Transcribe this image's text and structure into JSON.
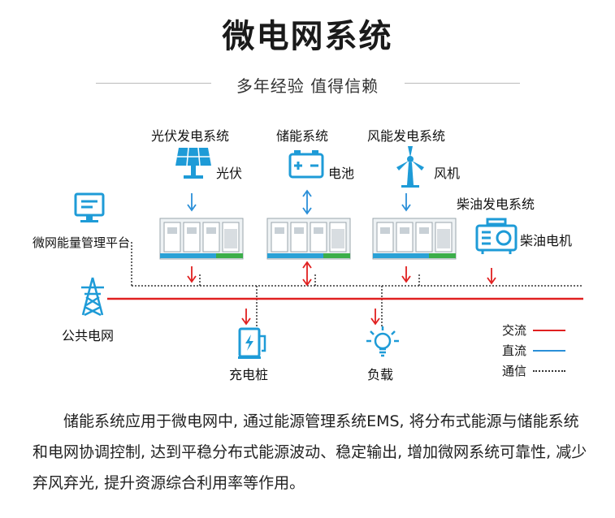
{
  "header": {
    "title": "微电网系统",
    "subtitle": "多年经验 值得信赖"
  },
  "diagram": {
    "groups": {
      "pv": "光伏发电系统",
      "storage": "储能系统",
      "wind": "风能发电系统",
      "diesel": "柴油发电系统"
    },
    "nodes": {
      "pv": "光伏",
      "battery": "电池",
      "wind": "风机",
      "diesel": "柴油电机",
      "platform": "微网能量管理平台",
      "grid": "公共电网",
      "charger": "充电桩",
      "load": "负载"
    },
    "legend": [
      {
        "label": "交流",
        "color": "#e02020",
        "style": "solid"
      },
      {
        "label": "直流",
        "color": "#2a8fd8",
        "style": "solid"
      },
      {
        "label": "通信",
        "color": "#333333",
        "style": "dotted"
      }
    ],
    "colors": {
      "accent_blue": "#1e9bd7",
      "ac_red": "#e02020",
      "dc_blue": "#2a8fd8"
    }
  },
  "description": "储能系统应用于微电网中, 通过能源管理系统EMS, 将分布式能源与储能系统和电网协调控制, 达到平稳分布式能源波动、稳定输出, 增加微网系统可靠性, 减少弃风弃光, 提升资源综合利用率等作用。"
}
